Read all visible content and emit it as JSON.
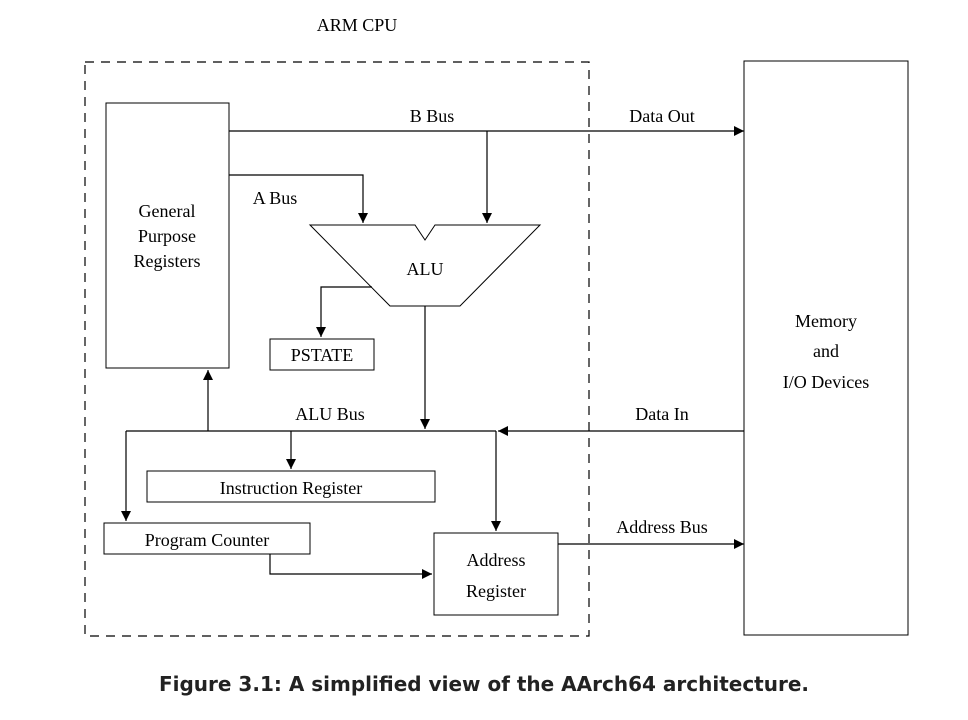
{
  "diagram": {
    "cpu_label": "ARM CPU",
    "gpr": [
      "General",
      "Purpose",
      "Registers"
    ],
    "alu": "ALU",
    "pstate": "PSTATE",
    "ir": "Instruction Register",
    "pc": "Program Counter",
    "ar": [
      "Address",
      "Register"
    ],
    "memory": [
      "Memory",
      "and",
      "I/O Devices"
    ],
    "buses": {
      "b_bus": "B Bus",
      "a_bus": "A Bus",
      "alu_bus": "ALU Bus",
      "data_out": "Data Out",
      "data_in": "Data In",
      "address_bus": "Address Bus"
    }
  },
  "caption": "Figure 3.1: A simplified view of the AArch64 architecture."
}
